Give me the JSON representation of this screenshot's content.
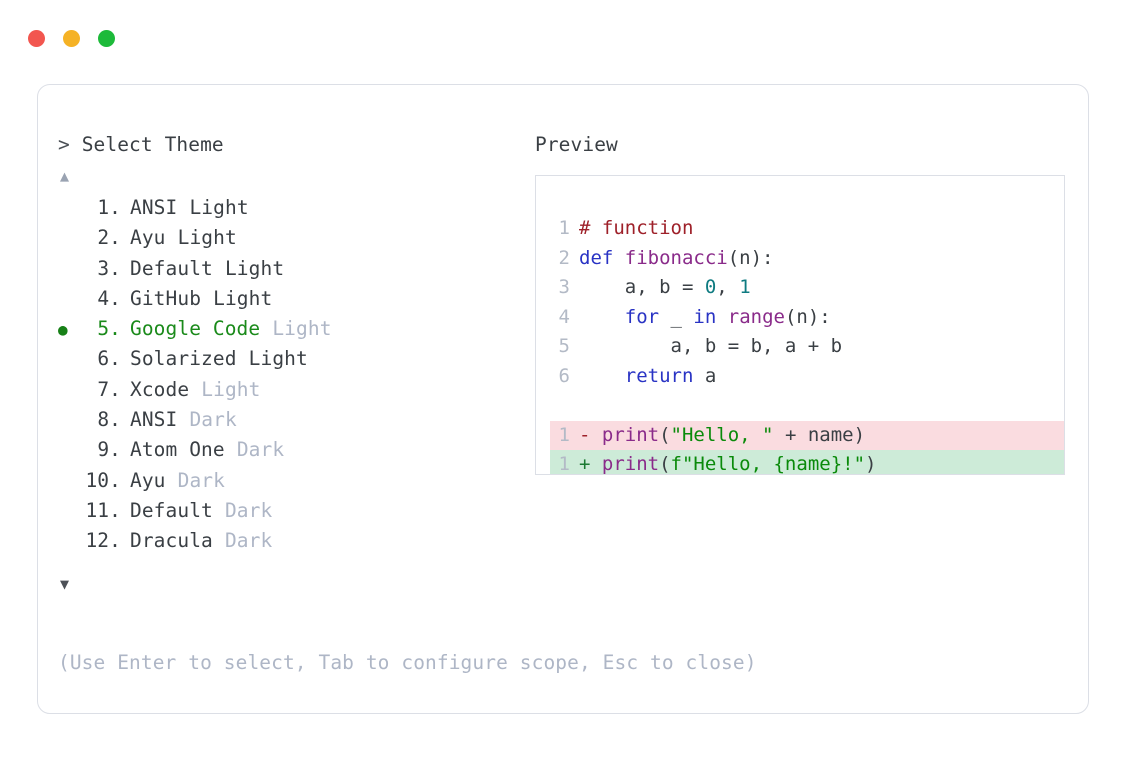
{
  "window": {
    "traffic_lights": [
      {
        "name": "close",
        "color": "#f2564f"
      },
      {
        "name": "minimize",
        "color": "#f5b225"
      },
      {
        "name": "maximize",
        "color": "#1dba3a"
      }
    ]
  },
  "selector": {
    "prompt_symbol": ">",
    "title": "Select Theme",
    "scroll_up_icon": "▲",
    "scroll_down_icon": "▼",
    "selected_index": 5,
    "selected_bullet": "●",
    "items": [
      {
        "index": "1.",
        "name": "ANSI",
        "variant": "Light",
        "variant_muted": false,
        "selected": false
      },
      {
        "index": "2.",
        "name": "Ayu",
        "variant": "Light",
        "variant_muted": false,
        "selected": false
      },
      {
        "index": "3.",
        "name": "Default",
        "variant": "Light",
        "variant_muted": false,
        "selected": false
      },
      {
        "index": "4.",
        "name": "GitHub",
        "variant": "Light",
        "variant_muted": false,
        "selected": false
      },
      {
        "index": "5.",
        "name": "Google Code",
        "variant": "Light",
        "variant_muted": true,
        "selected": true
      },
      {
        "index": "6.",
        "name": "Solarized",
        "variant": "Light",
        "variant_muted": false,
        "selected": false
      },
      {
        "index": "7.",
        "name": "Xcode",
        "variant": "Light",
        "variant_muted": true,
        "selected": false
      },
      {
        "index": "8.",
        "name": "ANSI",
        "variant": "Dark",
        "variant_muted": true,
        "selected": false
      },
      {
        "index": "9.",
        "name": "Atom One",
        "variant": "Dark",
        "variant_muted": true,
        "selected": false
      },
      {
        "index": "10.",
        "name": "Ayu",
        "variant": "Dark",
        "variant_muted": true,
        "selected": false
      },
      {
        "index": "11.",
        "name": "Default",
        "variant": "Dark",
        "variant_muted": true,
        "selected": false
      },
      {
        "index": "12.",
        "name": "Dracula",
        "variant": "Dark",
        "variant_muted": true,
        "selected": false
      }
    ]
  },
  "preview": {
    "title": "Preview",
    "code_lines": [
      {
        "ln": "1",
        "tokens": [
          {
            "t": "# function",
            "c": "tok-comment"
          }
        ]
      },
      {
        "ln": "2",
        "tokens": [
          {
            "t": "def ",
            "c": "tok-keyword"
          },
          {
            "t": "fibonacci",
            "c": "tok-func"
          },
          {
            "t": "(n):",
            "c": "tok-plain"
          }
        ]
      },
      {
        "ln": "3",
        "tokens": [
          {
            "t": "    a, b = ",
            "c": "tok-plain"
          },
          {
            "t": "0",
            "c": "tok-number"
          },
          {
            "t": ", ",
            "c": "tok-plain"
          },
          {
            "t": "1",
            "c": "tok-number"
          }
        ]
      },
      {
        "ln": "4",
        "tokens": [
          {
            "t": "    ",
            "c": "tok-plain"
          },
          {
            "t": "for",
            "c": "tok-keyword"
          },
          {
            "t": " _ ",
            "c": "tok-plain"
          },
          {
            "t": "in",
            "c": "tok-keyword"
          },
          {
            "t": " ",
            "c": "tok-plain"
          },
          {
            "t": "range",
            "c": "tok-builtin"
          },
          {
            "t": "(n):",
            "c": "tok-plain"
          }
        ]
      },
      {
        "ln": "5",
        "tokens": [
          {
            "t": "        a, b = b, a + b",
            "c": "tok-plain"
          }
        ]
      },
      {
        "ln": "6",
        "tokens": [
          {
            "t": "    ",
            "c": "tok-plain"
          },
          {
            "t": "return",
            "c": "tok-keyword"
          },
          {
            "t": " a",
            "c": "tok-plain"
          }
        ]
      }
    ],
    "diff_lines": [
      {
        "ln": "1",
        "kind": "del",
        "marker": "-",
        "tokens": [
          {
            "t": "print",
            "c": "tok-builtin"
          },
          {
            "t": "(",
            "c": "tok-plain"
          },
          {
            "t": "\"Hello, \"",
            "c": "tok-string"
          },
          {
            "t": " + name)",
            "c": "tok-plain"
          }
        ]
      },
      {
        "ln": "1",
        "kind": "add",
        "marker": "+",
        "tokens": [
          {
            "t": "print",
            "c": "tok-builtin"
          },
          {
            "t": "(",
            "c": "tok-plain"
          },
          {
            "t": "f\"Hello, {name}!\"",
            "c": "tok-string"
          },
          {
            "t": ")",
            "c": "tok-plain"
          }
        ]
      }
    ]
  },
  "footer": {
    "hint": "(Use Enter to select, Tab to configure scope, Esc to close)"
  },
  "colors": {
    "panel_border": "#dcdfe6",
    "text_primary": "#3a3f44",
    "text_muted": "#aeb6c6",
    "accent_selected": "#1a8a1a",
    "diff_del_bg": "#fadce0",
    "diff_add_bg": "#cdebd8",
    "comment": "#9e2029",
    "keyword": "#2933c4",
    "function": "#8a2b8a",
    "number": "#0f7b81",
    "string": "#0a8a0a"
  }
}
